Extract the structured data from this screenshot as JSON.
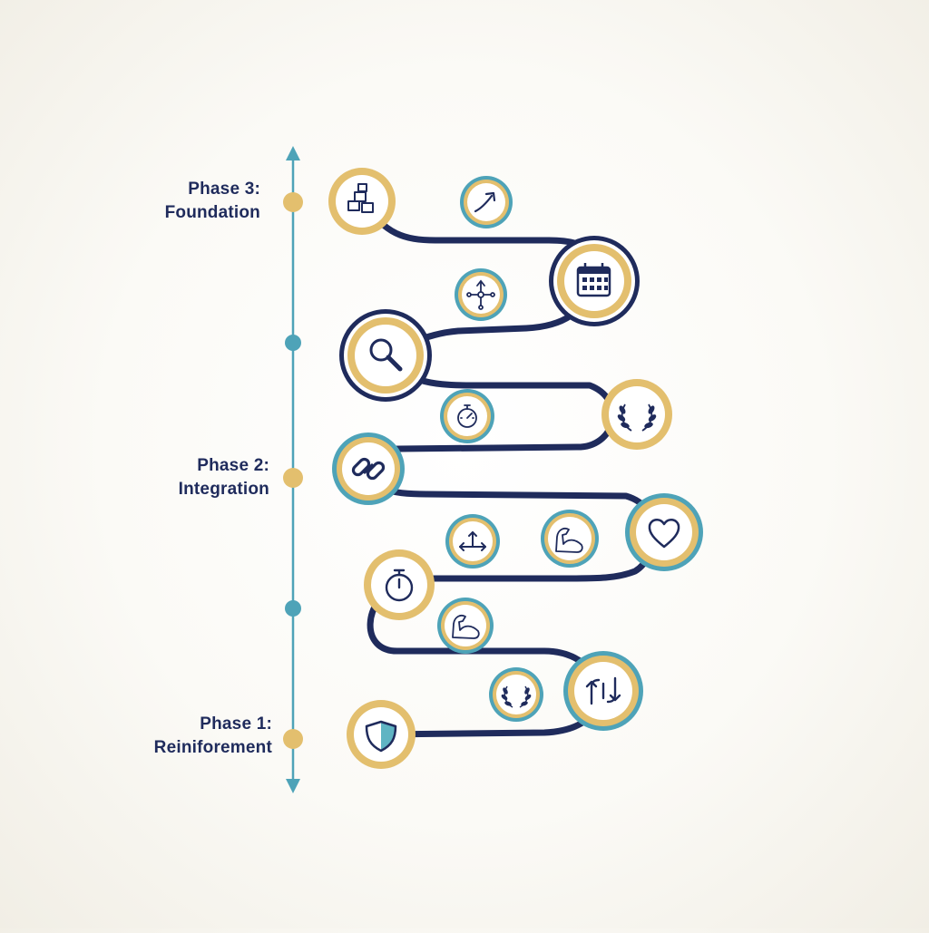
{
  "phases": [
    {
      "id": "phase-3",
      "number": "Phase 3:",
      "name": "Foundation"
    },
    {
      "id": "phase-2",
      "number": "Phase 2:",
      "name": "Integration"
    },
    {
      "id": "phase-1",
      "number": "Phase 1:",
      "name": "Reiniforement"
    }
  ],
  "colors": {
    "navy": "#1f2b5c",
    "gold": "#e3bf6e",
    "teal": "#4ea3b8",
    "icon_fill_teal": "#5fb4c3"
  },
  "milestones": [
    {
      "icon": "blocks-icon"
    },
    {
      "icon": "arrow-up-icon"
    },
    {
      "icon": "calendar-icon"
    },
    {
      "icon": "network-icon"
    },
    {
      "icon": "magnifier-icon"
    },
    {
      "icon": "stopwatch-icon"
    },
    {
      "icon": "laurel-icon"
    },
    {
      "icon": "link-icon"
    },
    {
      "icon": "expand-arrows-icon"
    },
    {
      "icon": "muscle-icon"
    },
    {
      "icon": "heart-icon"
    },
    {
      "icon": "timer-icon"
    },
    {
      "icon": "muscle-icon"
    },
    {
      "icon": "laurel-icon"
    },
    {
      "icon": "refresh-arrows-icon"
    },
    {
      "icon": "shield-icon"
    }
  ]
}
